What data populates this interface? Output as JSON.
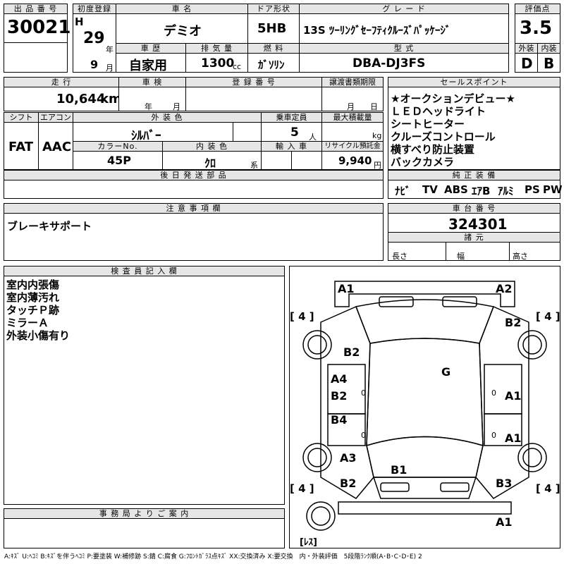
{
  "header": {
    "lot_no_label": "出 品 番 号",
    "lot_no": "30021",
    "first_reg_label": "初度登録",
    "era": "H",
    "year": "29",
    "year_unit": "年",
    "month": "9",
    "month_unit": "月",
    "car_name_label": "車 名",
    "car_name": "デミオ",
    "door_label": "ドア形状",
    "door": "5HB",
    "grade_label": "グ レ ー ド",
    "grade": "13S ﾂｰﾘﾝｸﾞｾｰﾌﾃｨｸﾙｰｽﾞﾊﾟｯｹｰｼﾞ",
    "score_label": "評価点",
    "score": "3.5",
    "history_label": "車 歴",
    "history": "自家用",
    "displacement_label": "排 気 量",
    "displacement": "1300",
    "displacement_unit": "cc",
    "fuel_label": "燃 料",
    "fuel": "ｶﾞｿﾘﾝ",
    "model_label": "型 式",
    "model": "DBA-DJ3FS",
    "exterior_label": "外装",
    "exterior_grade": "D",
    "interior_label": "内装",
    "interior_grade": "B"
  },
  "row2": {
    "mileage_label": "走 行",
    "mileage": "10,644",
    "mileage_unit": "km",
    "inspection_label": "車 検",
    "inspection_year_unit": "年",
    "inspection_month_unit": "月",
    "registration_label": "登 録 番 号",
    "transfer_label": "譲渡書類期限",
    "transfer_month_unit": "月",
    "transfer_day_unit": "日",
    "shift_label": "シフト",
    "shift": "FAT",
    "ac_label": "エアコン",
    "ac": "AAC",
    "color_label": "外 装 色",
    "color": "ｼﾙﾊﾞｰ",
    "capacity_label": "乗車定員",
    "capacity": "5",
    "capacity_unit": "人",
    "load_label": "最大積載量",
    "load_unit": "kg",
    "color_no_label": "カラーNo.",
    "color_no": "45P",
    "interior_color_label": "内 装 色",
    "interior_color": "ｸﾛ",
    "interior_color_unit": "系",
    "import_label": "輸 入 車",
    "recycle_label": "リサイクル預託金",
    "recycle": "9,940",
    "recycle_unit": "円",
    "parts_label": "後 日 発 送 部 品"
  },
  "sales_points": {
    "label": "セールスポイント",
    "items": [
      "★オークションデビュー★",
      "ＬＥＤヘッドライト",
      "シートヒーター",
      "クルーズコントロール",
      "横すべり防止装置",
      "バックカメラ"
    ]
  },
  "equipment": {
    "label": "純 正 装 備",
    "items": [
      "ﾅﾋﾞ",
      "TV",
      "ABS",
      "ｴｱB",
      "ｱﾙﾐ",
      "PS",
      "PW"
    ]
  },
  "notes": {
    "label": "注 意 事 項 欄",
    "text": "ブレーキサポート"
  },
  "chassis": {
    "label": "車 台 番 号",
    "number": "324301",
    "specs_label": "諸 元",
    "length_label": "長さ",
    "width_label": "幅",
    "height_label": "高さ"
  },
  "inspector": {
    "label": "検 査 員 記 入 欄",
    "lines": [
      "室内内張傷",
      "室内薄汚れ",
      "タッチＰ跡",
      "ミラーＡ",
      "外装小傷有り"
    ]
  },
  "office": {
    "label": "事 務 局 よ り ご 案 内"
  },
  "diagram": {
    "tires": [
      "[ 4 ]",
      "[ 4 ]",
      "[ 4 ]",
      "[ 4 ]",
      "[ﾚｽ]"
    ],
    "marks": [
      "A1",
      "A2",
      "B2",
      "B2",
      "G",
      "A4",
      "B2",
      "A1",
      "B4",
      "A1",
      "A3",
      "B1",
      "B2",
      "B3",
      "A1"
    ],
    "zeros": [
      "0",
      "0",
      "0",
      "0"
    ]
  },
  "footer": {
    "legend": "A:ｷｽﾞ U:ﾍｺﾐ B:ｷｽﾞを伴うﾍｺﾐ P:要塗装 W:補修跡 S:錆 C:腐食 G:ﾌﾛﾝﾄｶﾞﾗｽ点ｷｽﾞ XX:交換済み X:要交換　内・外装評価　5段階ﾗﾝｸ順(A･B･C･D･E) 2"
  }
}
